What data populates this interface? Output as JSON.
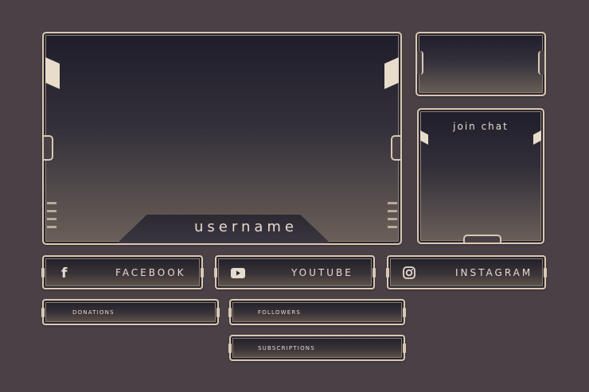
{
  "main_frame": {
    "username": "username"
  },
  "chat_panel": {
    "title": "join chat"
  },
  "socials": [
    {
      "label": "FACEBOOK",
      "icon": "facebook-icon"
    },
    {
      "label": "YOUTUBE",
      "icon": "youtube-icon"
    },
    {
      "label": "INSTAGRAM",
      "icon": "instagram-icon"
    }
  ],
  "info_panels": [
    {
      "label": "DONATIONS"
    },
    {
      "label": "FOLLOWERS"
    },
    {
      "label": "SUBSCRIPTIONS"
    }
  ],
  "colors": {
    "background": "#4a4146",
    "border": "#d9c8b4",
    "text": "#e6dbcf",
    "panel_top": "#1f1d28",
    "panel_bottom": "#66594f"
  }
}
